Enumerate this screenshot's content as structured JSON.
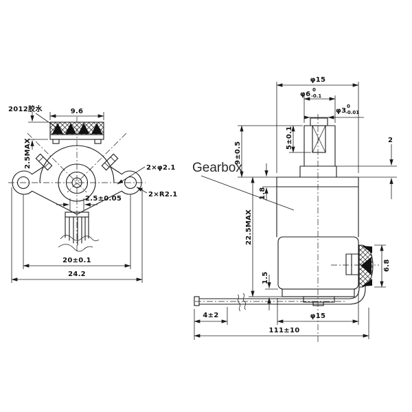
{
  "front_view": {
    "glue_note": "2012胶水",
    "gear_width": "9.6",
    "gear_height_max": "2.5MAX",
    "mount_holes": "2×φ2.1",
    "mount_radius": "2×R2.1",
    "shaft_bore": "2.5±0.05",
    "hole_spacing": "20±0.1",
    "overall_width": "24.2"
  },
  "side_view": {
    "label": "Gearbox",
    "body_diameter_top": "φ15",
    "collar_diameter": "φ6",
    "collar_tol_upper": "0",
    "collar_tol_lower": "-0.1",
    "shaft_diameter": "φ3",
    "shaft_tol_upper": "0",
    "shaft_tol_lower": "-0.01",
    "bearing_length": "5±0.1",
    "shaft_extension": "9±0.5",
    "boss_height": "2",
    "plate_offset": "1.8",
    "body_length_max": "22.5MAX",
    "base_thickness": "1.5",
    "connector_height": "6.8",
    "body_diameter_bottom": "φ15",
    "lead_tip_length": "4±2",
    "lead_length": "111±10"
  }
}
